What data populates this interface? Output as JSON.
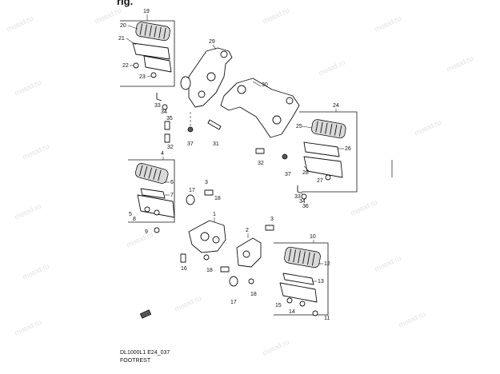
{
  "header_fragment": "rig.",
  "figure_code": "DL1000L1 E24_037",
  "figure_title": "FOOTREST",
  "watermark_text": "motod.ru",
  "callouts": {
    "n1": "1",
    "n2": "2",
    "n3a": "3",
    "n3b": "3",
    "n4": "4",
    "n5": "5",
    "n6": "6",
    "n7": "7",
    "n8": "8",
    "n9": "9",
    "n10": "10",
    "n11": "11",
    "n12": "12",
    "n13": "13",
    "n14": "14",
    "n15": "15",
    "n16": "16",
    "n17a": "17",
    "n17b": "17",
    "n18a": "18",
    "n18b": "18",
    "n19": "19",
    "n20": "20",
    "n21": "21",
    "n22": "22",
    "n23": "23",
    "n24": "24",
    "n25": "25",
    "n26": "26",
    "n27": "27",
    "n28": "28",
    "n29": "29",
    "n30": "30",
    "n31": "31",
    "n32a": "32",
    "n32b": "32",
    "n33a": "33",
    "n33b": "33",
    "n34a": "34",
    "n34b": "34",
    "n35": "35",
    "n36": "36",
    "n37a": "37",
    "n37b": "37"
  }
}
